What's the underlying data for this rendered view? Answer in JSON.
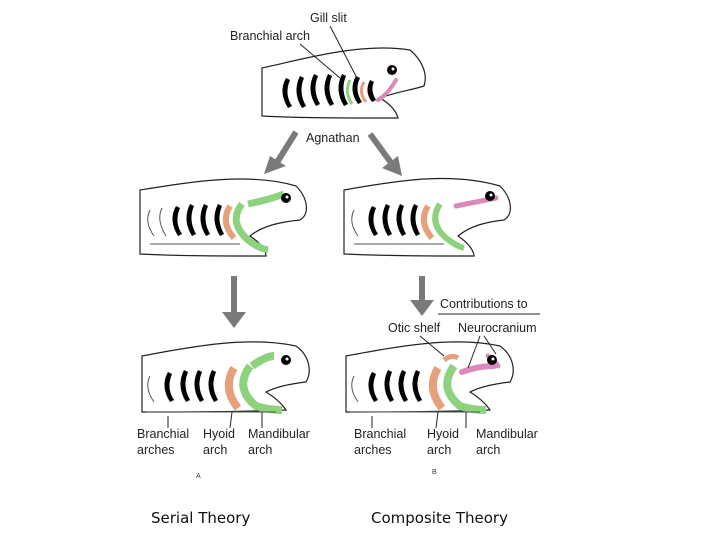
{
  "labels": {
    "gill_slit": "Gill slit",
    "branchial_arch": "Branchial arch",
    "agnathan": "Agnathan",
    "contributions_to": "Contributions to",
    "otic_shelf": "Otic shelf",
    "neurocranium": "Neurocranium",
    "left": {
      "branchial_1": "Branchial",
      "branchial_2": "arches",
      "hyoid_1": "Hyoid",
      "hyoid_2": "arch",
      "mand_1": "Mandibular",
      "mand_2": "arch",
      "letter": "A"
    },
    "right": {
      "branchial_1": "Branchial",
      "branchial_2": "arches",
      "hyoid_1": "Hyoid",
      "hyoid_2": "arch",
      "mand_1": "Mandibular",
      "mand_2": "arch",
      "letter": "B"
    }
  },
  "captions": {
    "serial": "Serial Theory",
    "composite": "Composite Theory"
  },
  "colors": {
    "mandibular": "#8fd27e",
    "hyoid": "#e6a07c",
    "neurocranium": "#d98ab8",
    "arrow": "#7a7a7a",
    "arch": "#000000"
  }
}
